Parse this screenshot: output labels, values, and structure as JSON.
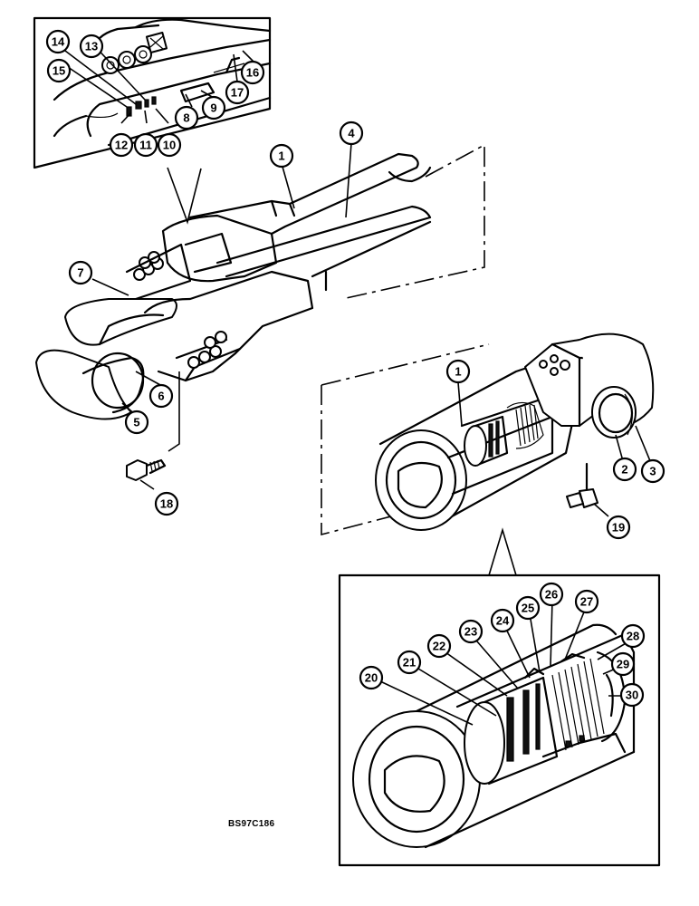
{
  "figure_id": "BS97C186",
  "callouts": {
    "c1a": "1",
    "c1b": "1",
    "c2": "2",
    "c3": "3",
    "c4": "4",
    "c5": "5",
    "c6": "6",
    "c7": "7",
    "c8": "8",
    "c9": "9",
    "c10": "10",
    "c11": "11",
    "c12": "12",
    "c13": "13",
    "c14": "14",
    "c15": "15",
    "c16": "16",
    "c17": "17",
    "c18": "18",
    "c19": "19",
    "c20": "20",
    "c21": "21",
    "c22": "22",
    "c23": "23",
    "c24": "24",
    "c25": "25",
    "c26": "26",
    "c27": "27",
    "c28": "28",
    "c29": "29",
    "c30": "30"
  }
}
